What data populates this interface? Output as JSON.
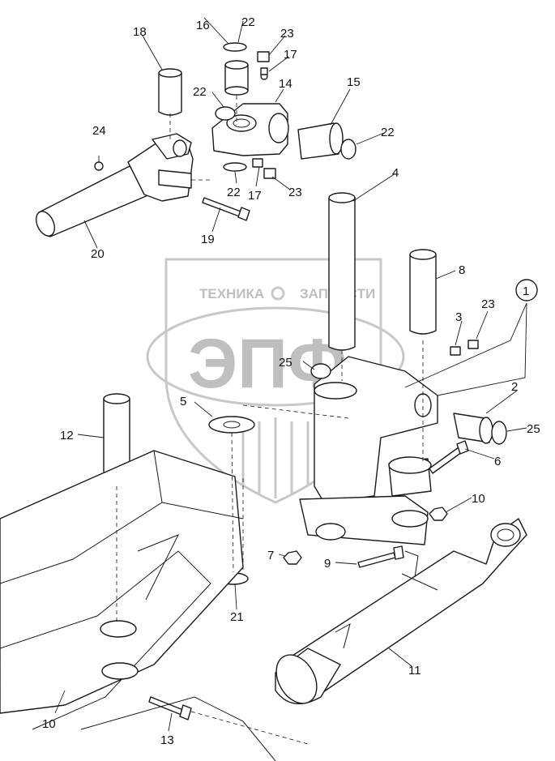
{
  "watermark": {
    "top_text_left": "ТЕХНИКА",
    "top_text_right": "ЗАПЧАСТИ",
    "logo_text": "ЭПФ"
  },
  "callouts": {
    "p1": "1",
    "p2": "2",
    "p3": "3",
    "p4": "4",
    "p5": "5",
    "p6": "6",
    "p7": "7",
    "p8": "8",
    "p9": "9",
    "p10a": "10",
    "p10b": "10",
    "p11": "11",
    "p12": "12",
    "p13": "13",
    "p14": "14",
    "p15": "15",
    "p16": "16",
    "p17a": "17",
    "p17b": "17",
    "p18": "18",
    "p19": "19",
    "p20": "20",
    "p21": "21",
    "p22a": "22",
    "p22b": "22",
    "p22c": "22",
    "p22d": "22",
    "p23a": "23",
    "p23b": "23",
    "p23c": "23",
    "p24": "24",
    "p25a": "25",
    "p25b": "25"
  }
}
